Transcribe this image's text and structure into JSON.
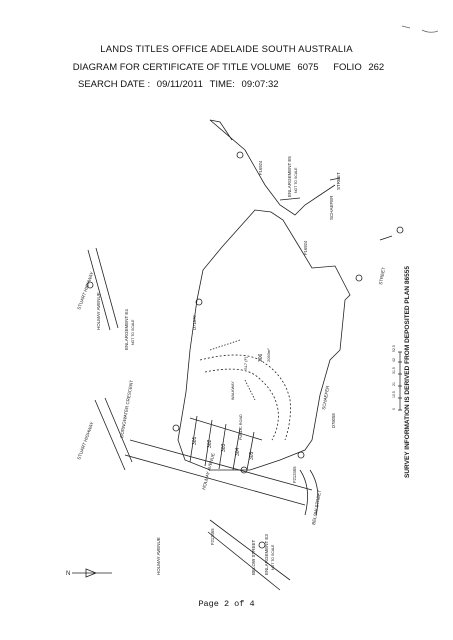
{
  "header": {
    "office": "LANDS TITLES OFFICE ADELAIDE SOUTH AUSTRALIA",
    "diagram_prefix": "DIAGRAM FOR CERTIFICATE OF TITLE VOLUME",
    "volume": "6075",
    "folio_label": "FOLIO",
    "folio": "262",
    "search_label": "SEARCH DATE :",
    "search_date": "09/11/2011",
    "time_label": "TIME:",
    "time": "09:07:32"
  },
  "plan": {
    "survey_note": "SURVEY INFORMATION IS DERIVED FROM DEPOSITED PLAN 86555",
    "enlargements": {
      "e3": "ENLARGEMENT E3",
      "e4": "ENLARGEMENT E4",
      "e5": "ENLARGEMENT E5",
      "not_to_scale": "NOT TO SCALE"
    },
    "roads": {
      "stuart_highway_1": "STUART HIGHWAY",
      "stuart_highway_2": "STUART HIGHWAY",
      "holmay_avenue_1": "HOLMAY AVENUE",
      "holmay_avenue_2": "HOLMAY AVENUE",
      "holmay_avenue_3": "HOLMAY AVENUE",
      "below_street_1": "BELOW STREET",
      "below_street_2": "BELOW STREET",
      "street_1": "STREET",
      "schaefer_1": "SCHAEFER",
      "schaefer_2": "SCHAEFER",
      "street_2": "STREET",
      "dorngwater_crescent": "DORNGWATER CRESCENT"
    },
    "lots": [
      "301",
      "302",
      "303",
      "304",
      "305",
      "306"
    ],
    "lot_306_area": "2093m²",
    "allotment_labels": [
      "F16924",
      "F16924",
      "D71870",
      "D78058",
      "F212465",
      "F212465"
    ],
    "walkway": "WALKWAY",
    "public_road": "PUBLIC ROAD",
    "easement": "SL7 (F)",
    "scale_ticks": [
      "0",
      "10.5",
      "21",
      "31.5",
      "42",
      "52.5"
    ]
  },
  "footer": {
    "page": "Page 2 of 4"
  },
  "north_label": "N"
}
